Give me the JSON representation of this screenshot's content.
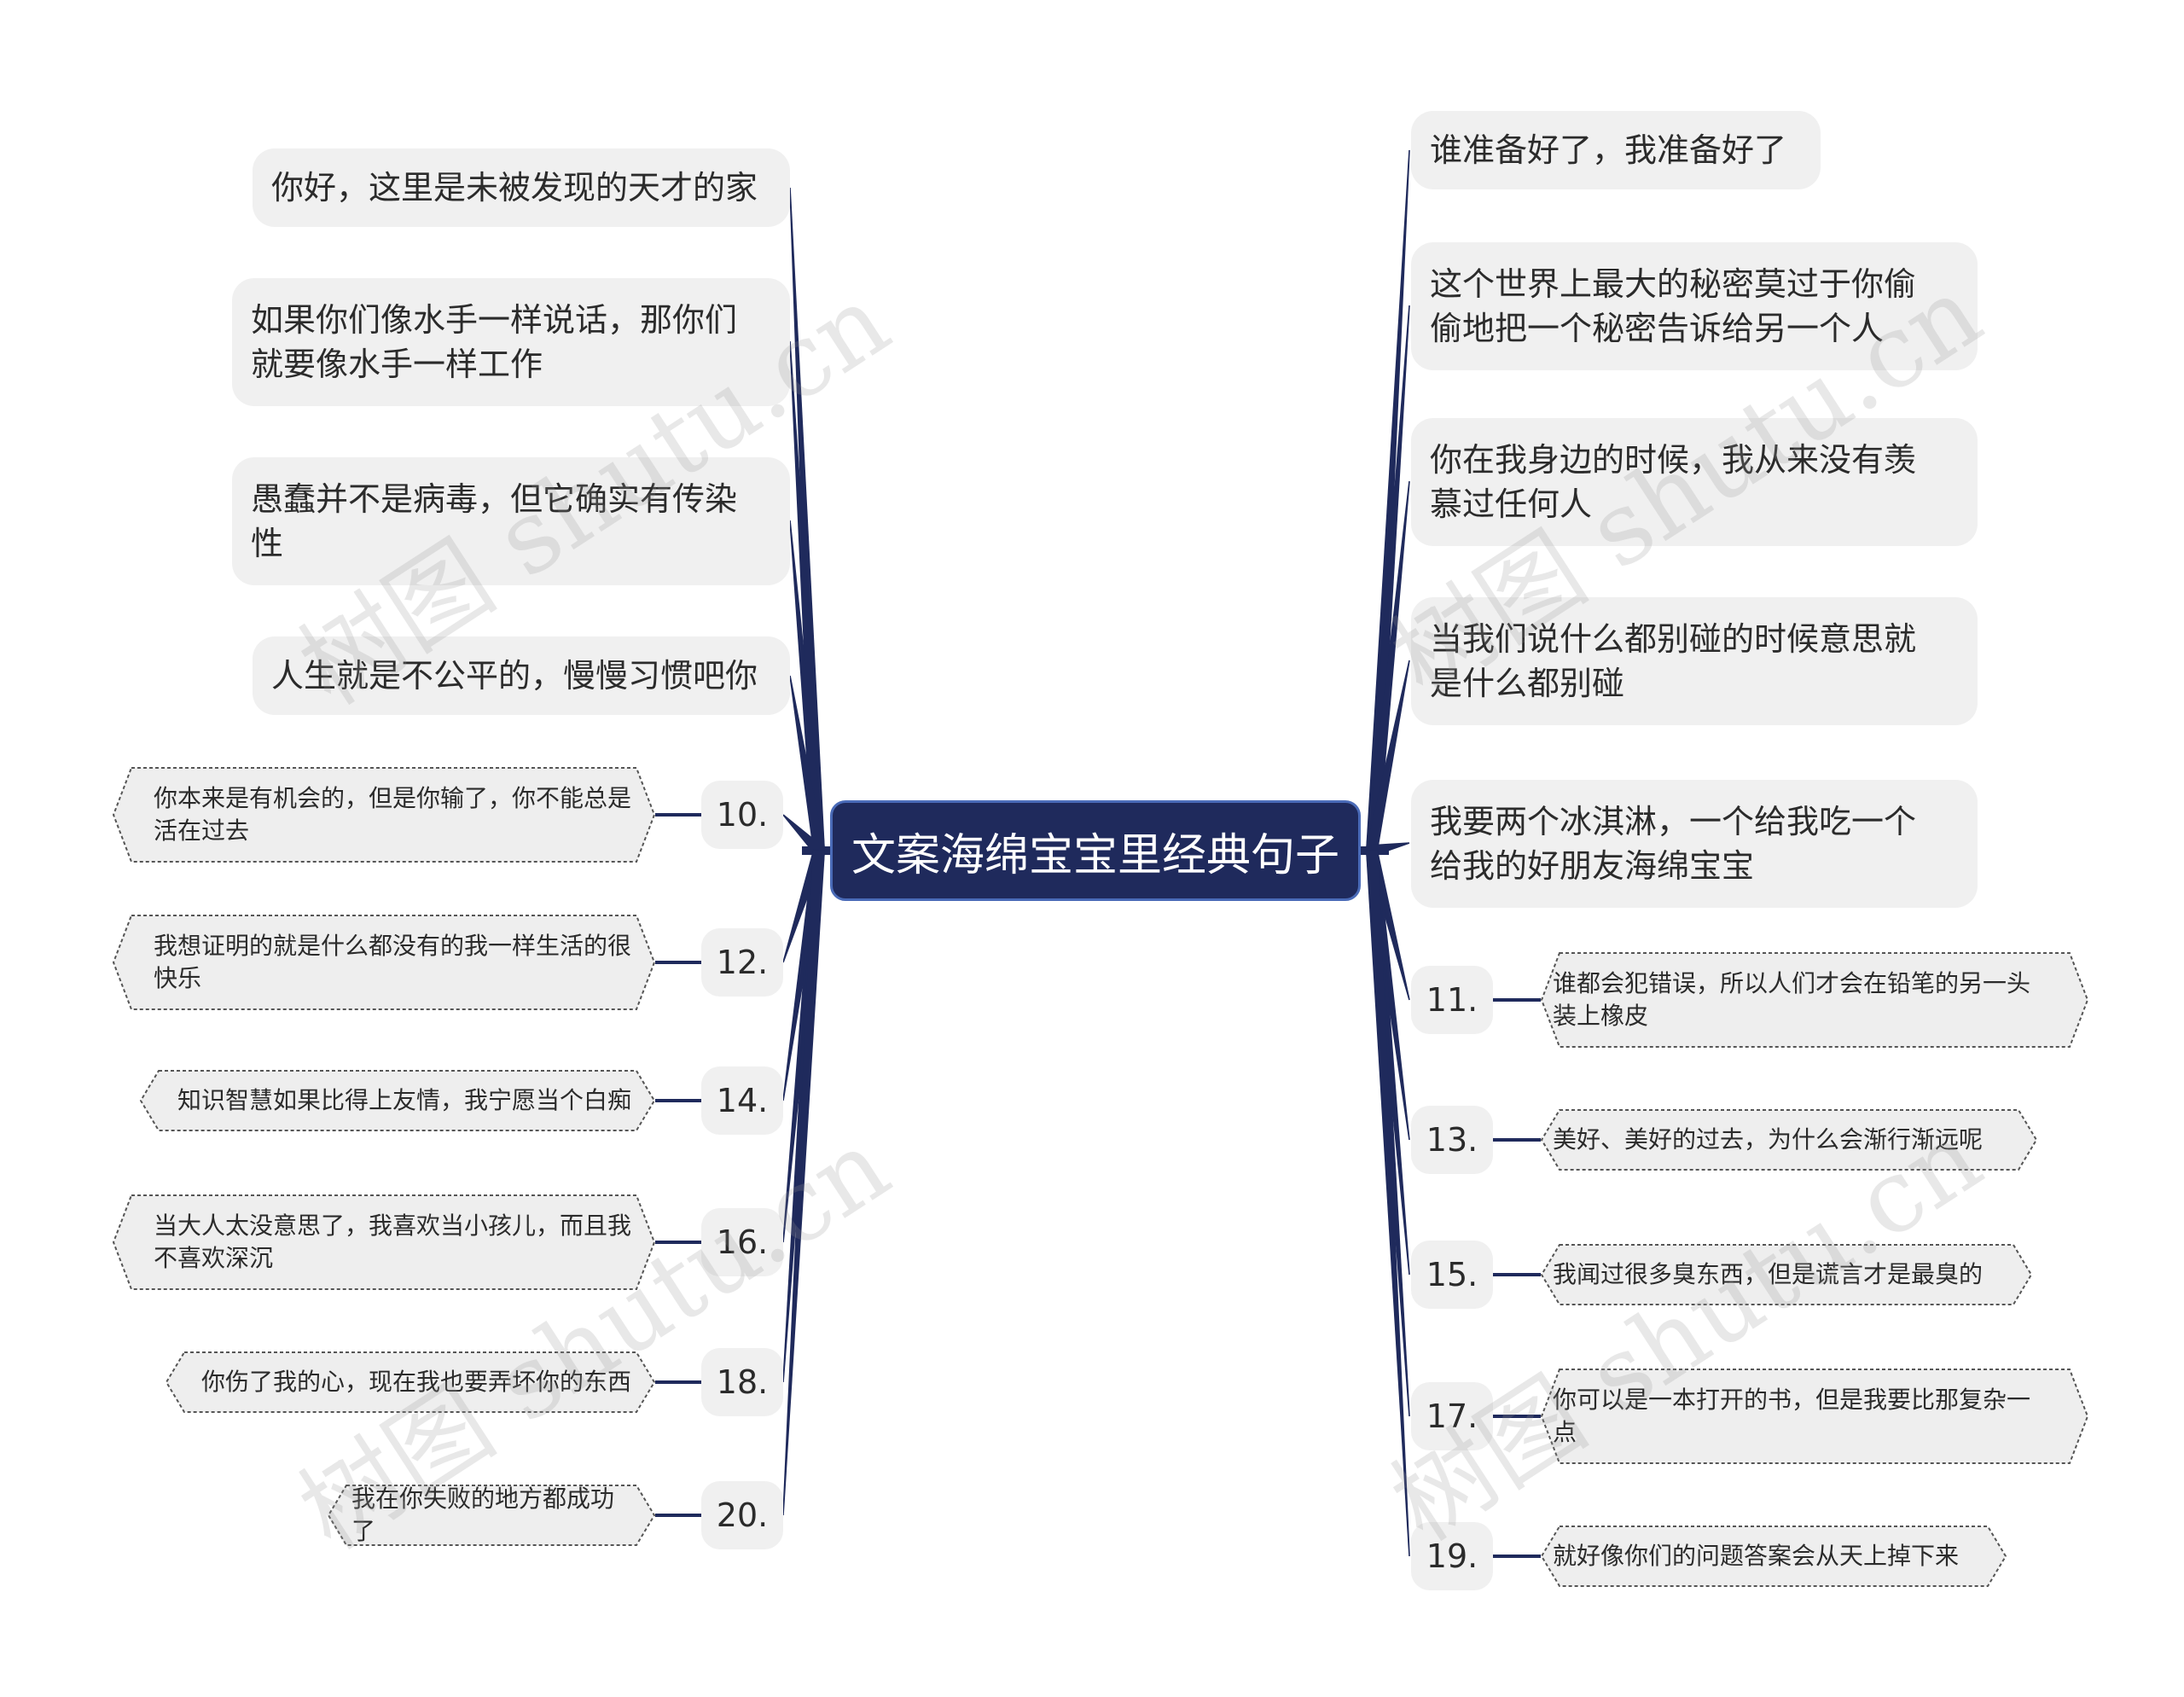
{
  "center": {
    "title": "文案海绵宝宝里经典句子"
  },
  "left_bubbles": [
    "你好，这里是未被发现的天才的家",
    "如果你们像水手一样说话，那你们\n就要像水手一样工作",
    "愚蠢并不是病毒，但它确实有传染\n性",
    "人生就是不公平的，慢慢习惯吧你"
  ],
  "right_bubbles": [
    "谁准备好了，我准备好了",
    "这个世界上最大的秘密莫过于你偷\n偷地把一个秘密告诉给另一个人",
    "你在我身边的时候，我从来没有羡\n慕过任何人",
    "当我们说什么都别碰的时候意思就\n是什么都别碰",
    "我要两个冰淇淋，一个给我吃一个\n给我的好朋友海绵宝宝"
  ],
  "left_numbered": [
    {
      "num": "10.",
      "text": "你本来是有机会的，但是你输了，你不能总是\n活在过去"
    },
    {
      "num": "12.",
      "text": "我想证明的就是什么都没有的我一样生活的很\n快乐"
    },
    {
      "num": "14.",
      "text": "知识智慧如果比得上友情，我宁愿当个白痴"
    },
    {
      "num": "16.",
      "text": "当大人太没意思了，我喜欢当小孩儿，而且我\n不喜欢深沉"
    },
    {
      "num": "18.",
      "text": "你伤了我的心，现在我也要弄坏你的东西"
    },
    {
      "num": "20.",
      "text": "我在你失败的地方都成功了"
    }
  ],
  "right_numbered": [
    {
      "num": "11.",
      "text": "谁都会犯错误，所以人们才会在铅笔的另一头\n装上橡皮"
    },
    {
      "num": "13.",
      "text": "美好、美好的过去，为什么会渐行渐远呢"
    },
    {
      "num": "15.",
      "text": "我闻过很多臭东西，但是谎言才是最臭的"
    },
    {
      "num": "17.",
      "text": "你可以是一本打开的书，但是我要比那复杂一\n点"
    },
    {
      "num": "19.",
      "text": "就好像你们的问题答案会从天上掉下来"
    }
  ],
  "watermark": "树图 shutu.cn",
  "colors": {
    "center_fill": "#1f2a5c",
    "center_border": "#4a6bb8",
    "branch": "#1f2a5c",
    "bubble": "#f0f0f0"
  }
}
